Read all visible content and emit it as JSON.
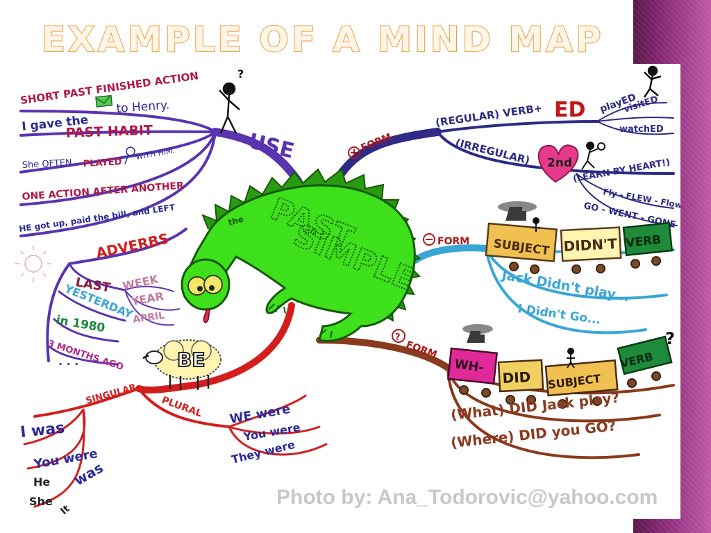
{
  "slide": {
    "title": "EXAMPLE OF A MIND MAP",
    "credit": "Photo by: Ana_Todorovic@yahoo.com"
  },
  "center": {
    "small": "the",
    "line1": "PAST",
    "line2": "SIMPLE"
  },
  "use": {
    "label": "USE",
    "items": [
      "SHORT PAST FINISHED ACTION",
      "I gave the",
      "to Henry.",
      "PAST HABIT",
      "She OFTEN",
      "PLAYED",
      "WITH HIM.",
      "ONE ACTION AFTER ANOTHER",
      "HE got up, paid the bill, and LEFT"
    ]
  },
  "adverbs": {
    "label": "ADVERBS",
    "last": "LAST",
    "last_items": [
      "WEEK",
      "YEAR",
      "APRIL"
    ],
    "others": [
      "YESTERDAY",
      "in 1980",
      "3 MONTHS AGO",
      ". . ."
    ]
  },
  "be": {
    "label": "BE",
    "singular": {
      "label": "SINGULAR",
      "items": [
        "I was",
        "You were",
        "He",
        "She",
        "It",
        "was"
      ]
    },
    "plural": {
      "label": "PLURAL",
      "items": [
        "WE were",
        "You were",
        "They were"
      ]
    }
  },
  "positive": {
    "label": "FORM",
    "regular": {
      "prefix": "(REGULAR) VERB+",
      "suffix": "ED",
      "examples": [
        "playED",
        "visitED",
        "watchED"
      ]
    },
    "irregular": {
      "label": "(IRREGULAR)",
      "heart": "2nd",
      "note": "(LEARN BY HEART!)",
      "examples": [
        "Fly - FLEW - Flown",
        "GO - WENT - GONE"
      ]
    }
  },
  "negative": {
    "label": "FORM",
    "wagons": [
      "SUBJECT",
      "DIDN'T",
      "VERB"
    ],
    "examples": [
      "Jack Didn't play...",
      "I Didn't Go..."
    ]
  },
  "question": {
    "label": "FORM",
    "wagons": [
      "WH-",
      "DID",
      "SUBJECT",
      "VERB"
    ],
    "mark": "?",
    "examples": [
      "(What) DID Jack play?",
      "(Where) DID you GO?"
    ]
  },
  "figure": {
    "question_mark": "?"
  },
  "colors": {
    "use": "#5a34b0",
    "positive": "#2e2a86",
    "negative": "#3aa6d6",
    "question": "#8a3a1e",
    "be": "#d41e1e",
    "dragon": "#3ee01c",
    "title": "#f0a040"
  }
}
